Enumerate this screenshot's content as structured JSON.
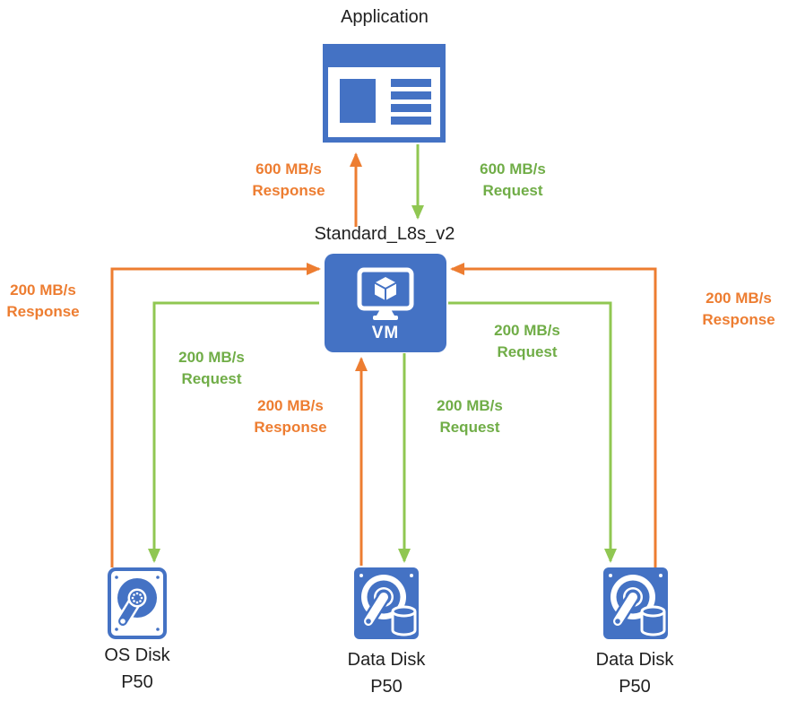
{
  "nodes": {
    "application": {
      "title": "Application"
    },
    "vm": {
      "title": "Standard_L8s_v2",
      "label": "VM"
    },
    "disks": [
      {
        "name": "OS Disk",
        "tier": "P50"
      },
      {
        "name": "Data Disk",
        "tier": "P50"
      },
      {
        "name": "Data Disk",
        "tier": "P50"
      }
    ]
  },
  "flows": {
    "app_response": {
      "rate": "600 MB/s",
      "kind": "Response"
    },
    "app_request": {
      "rate": "600 MB/s",
      "kind": "Request"
    },
    "os_response": {
      "rate": "200 MB/s",
      "kind": "Response"
    },
    "os_request": {
      "rate": "200 MB/s",
      "kind": "Request"
    },
    "data1_response": {
      "rate": "200 MB/s",
      "kind": "Response"
    },
    "data1_request": {
      "rate": "200 MB/s",
      "kind": "Request"
    },
    "data2_request": {
      "rate": "200 MB/s",
      "kind": "Request"
    },
    "data2_response": {
      "rate": "200 MB/s",
      "kind": "Response"
    }
  },
  "colors": {
    "azure_blue": "#4472C4",
    "response_orange": "#ED7D31",
    "request_green_arrow": "#90C752",
    "request_green_text": "#70AD47"
  }
}
